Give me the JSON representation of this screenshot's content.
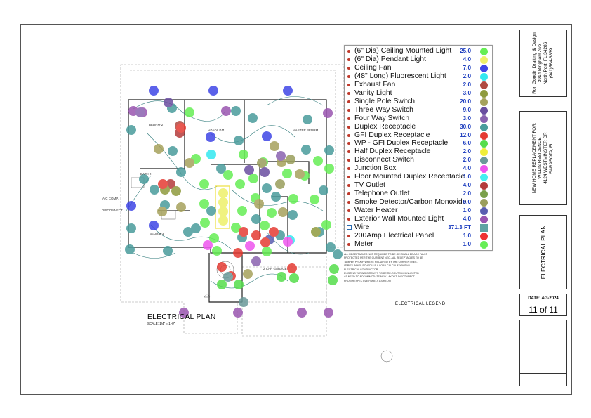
{
  "legend": [
    {
      "label": "(6\" Dia) Ceiling Mounted Light",
      "qty": "25.0",
      "color": "#66ee55",
      "shape": "circle"
    },
    {
      "label": "(6\" Dia) Pendant Light",
      "qty": "4.0",
      "color": "#eef06a",
      "shape": "circle"
    },
    {
      "label": "Ceiling Fan",
      "qty": "7.0",
      "color": "#3f46e6",
      "shape": "circle"
    },
    {
      "label": "(48\" Long) Fluorescent Light",
      "qty": "2.0",
      "color": "#33e8f0",
      "shape": "circle"
    },
    {
      "label": "Exhaust Fan",
      "qty": "2.0",
      "color": "#b04a41",
      "shape": "circle"
    },
    {
      "label": "Vanity Light",
      "qty": "3.0",
      "color": "#8f9b3e",
      "shape": "circle"
    },
    {
      "label": "Single Pole Switch",
      "qty": "20.0",
      "color": "#a6a25c",
      "shape": "circle"
    },
    {
      "label": "Three Way Switch",
      "qty": "9.0",
      "color": "#6a4ea0",
      "shape": "circle"
    },
    {
      "label": "Four Way Switch",
      "qty": "3.0",
      "color": "#8a62b0",
      "shape": "circle"
    },
    {
      "label": "Duplex Receptacle",
      "qty": "30.0",
      "color": "#4a9c9c",
      "shape": "circle"
    },
    {
      "label": "GFI Duplex Receptacle",
      "qty": "12.0",
      "color": "#e53b33",
      "shape": "circle"
    },
    {
      "label": "WP - GFI Duplex Receptacle",
      "qty": "6.0",
      "color": "#55dd4c",
      "shape": "circle"
    },
    {
      "label": "Half Duplex Receptacle",
      "qty": "2.0",
      "color": "#f0ee3a",
      "shape": "circle"
    },
    {
      "label": "Disconnect Switch",
      "qty": "2.0",
      "color": "#6a9a9a",
      "shape": "circle"
    },
    {
      "label": "Junction Box",
      "qty": "4.0",
      "color": "#ee55ee",
      "shape": "circle"
    },
    {
      "label": "Floor Mounted Duplex Receptacle",
      "qty": "1.0",
      "color": "#44f0f0",
      "shape": "circle"
    },
    {
      "label": "TV Outlet",
      "qty": "4.0",
      "color": "#b43c3c",
      "shape": "circle"
    },
    {
      "label": "Telephone Outlet",
      "qty": "2.0",
      "color": "#7aa04a",
      "shape": "circle"
    },
    {
      "label": "Smoke Detector/Carbon Monoxide",
      "qty": "6.0",
      "color": "#9a9e5c",
      "shape": "circle"
    },
    {
      "label": "Water Heater",
      "qty": "1.0",
      "color": "#5a5eb0",
      "shape": "circle"
    },
    {
      "label": "Exterior Wall Mounted Light",
      "qty": "4.0",
      "color": "#9a55b0",
      "shape": "circle"
    },
    {
      "label": "Wire",
      "qty": "371.3 FT",
      "color": "#5fa3a3",
      "shape": "square"
    },
    {
      "label": "200Amp Electrical Panel",
      "qty": "1.0",
      "color": "#ee3333",
      "shape": "circle"
    },
    {
      "label": "Meter",
      "qty": "1.0",
      "color": "#66ee55",
      "shape": "circle"
    }
  ],
  "titleblock": {
    "designer": [
      "Ron Goodin Drafting & Design",
      "3914 Bingham Ave",
      "North Port, FL 34286",
      "(941)564-6839"
    ],
    "project": [
      "NEW HOME REPLACEMENT FOR:",
      "WILLIS RESIDENCE",
      "4124 WESTMINSTER DR",
      "SARASOTA, FL"
    ],
    "sheet_title": "ELECTRICAL PLAN",
    "date": "DATE: 4-3-2024",
    "sheet_number": "11 of 11"
  },
  "plan": {
    "title": "ELECTRICAL PLAN",
    "scale": "SCALE: 1/4\" = 1'-0\"",
    "legend_title": "ELECTRICAL LEGEND",
    "rooms": {
      "bedrm2": "BEDRM-2",
      "great_rm": "GREAT RM",
      "master": "MASTER BEDRM",
      "bath2": "BATH 2",
      "bedrm3": "BEDRM-3",
      "garage": "2 CAR GARAGE",
      "ac_comp": "A/C COMP.",
      "disconnect": "DISCONNECT"
    },
    "notes": [
      "ALL RECEPTACLES NOT REQUIRED TO BE GFI SHALL BE ARC FAULT",
      "PROTECTED PER THE CURRENT NEC. ALL RECEPTACLES TO BE",
      "TAMPER PROOF WHERE REQUIRED BY THE CURRENT NEC.",
      "VERIFY PANEL SCHEDULE & LOAD CALCULATIONS W/",
      "ELECTRICAL CONTRACTOR",
      "EXISTING WIRING/CIRCUITS TO BE RE-ROUTED/CONNECTED",
      "AS NEED TO ACCOMMODATE NEW LAYOUT. DISCONNECT",
      "FROM RESPECTIVE PANELS AS REQ'D"
    ]
  }
}
